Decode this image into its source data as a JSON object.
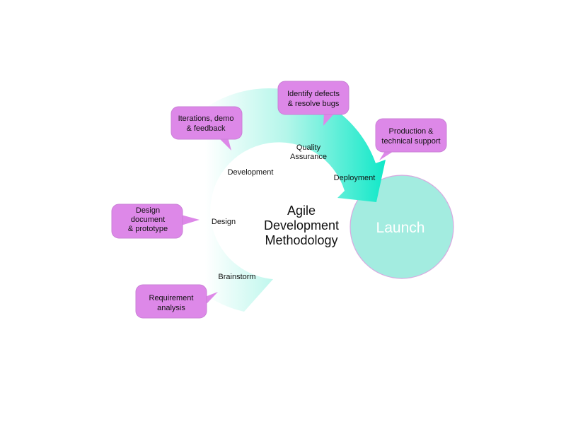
{
  "title_lines": [
    "Agile",
    "Development",
    "Methodology"
  ],
  "launch_label": "Launch",
  "stages": {
    "brainstorm": "Brainstorm",
    "design": "Design",
    "development": "Development",
    "quality_assurance": [
      "Quality",
      "Assurance"
    ],
    "deployment": "Deployment"
  },
  "callouts": {
    "requirement": [
      "Requirement",
      "analysis"
    ],
    "design_doc": [
      "Design",
      "document",
      "& prototype"
    ],
    "iterations": [
      "Iterations, demo",
      "& feedback"
    ],
    "defects": [
      "Identify defects",
      "& resolve bugs"
    ],
    "production": [
      "Production &",
      "technical support"
    ]
  },
  "colors": {
    "arc_start": "#ffffff",
    "arc_end": "#10e8c8",
    "callout_fill": "#dd88e8",
    "callout_stroke": "#c980d6",
    "launch_fill": "#a3ece0",
    "launch_stroke": "#d7a9e0"
  }
}
